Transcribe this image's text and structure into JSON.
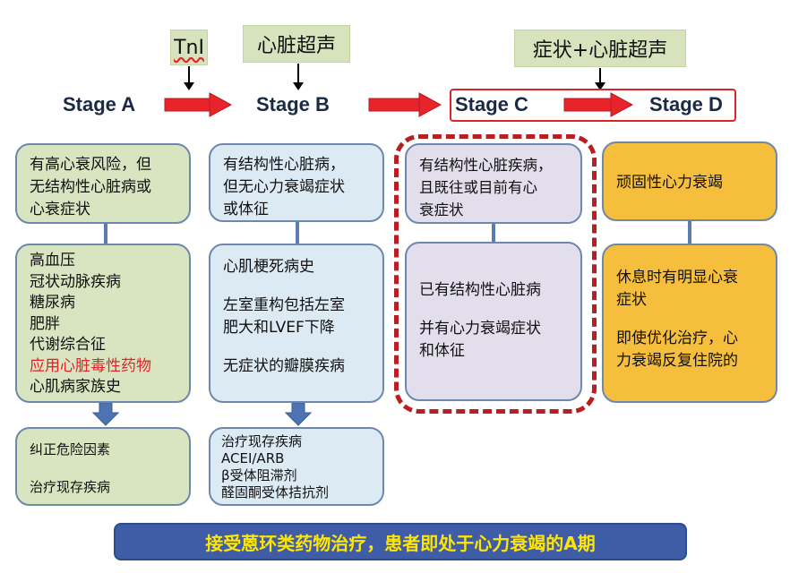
{
  "markers": {
    "tni": "TnI",
    "echo": "心脏超声",
    "symptom_echo": "症状+心脏超声"
  },
  "stages": {
    "a": "Stage A",
    "b": "Stage B",
    "c": "Stage C",
    "d": "Stage D"
  },
  "columns": {
    "a": {
      "definition": [
        "有高心衰风险，但",
        "无结构性心脏病或",
        "心衰症状"
      ],
      "conditions": [
        "高血压",
        "冠状动脉疾病",
        "糖尿病",
        "肥胖",
        "代谢综合征",
        "应用心脏毒性药物",
        "心肌病家族史"
      ],
      "highlight_condition": "应用心脏毒性药物",
      "treatment": [
        "纠正危险因素",
        "治疗现存疾病"
      ]
    },
    "b": {
      "definition": [
        "有结构性心脏病，",
        "但无心力衰竭症状",
        "或体征"
      ],
      "conditions": [
        "心肌梗死病史",
        "左室重构包括左室",
        "肥大和LVEF下降",
        "无症状的瓣膜疾病"
      ],
      "treatment": [
        "治疗现存疾病",
        "ACEI/ARB",
        "β受体阻滞剂",
        "醛固酮受体拮抗剂"
      ]
    },
    "c": {
      "definition": [
        "有结构性心脏疾病，",
        "且既往或目前有心",
        "衰症状"
      ],
      "conditions": [
        "已有结构性心脏病",
        "并有心力衰竭症状",
        "和体征"
      ]
    },
    "d": {
      "definition": [
        "顽固性心力衰竭"
      ],
      "conditions": [
        "休息时有明显心衰",
        "症状",
        "即使优化治疗，心",
        "力衰竭反复住院的"
      ]
    }
  },
  "banner": "接受蒽环类药物治疗，患者即处于心力衰竭的A期",
  "colors": {
    "arrow_red": "#e8242a",
    "dashed_red": "#b81e22",
    "banner_bg": "#3f5da6",
    "banner_text": "#ffe600",
    "green_box": "#d9e4c0",
    "blue_box": "#dceaf4",
    "lavender_box": "#e3deec",
    "gold_box": "#f5be3c"
  }
}
